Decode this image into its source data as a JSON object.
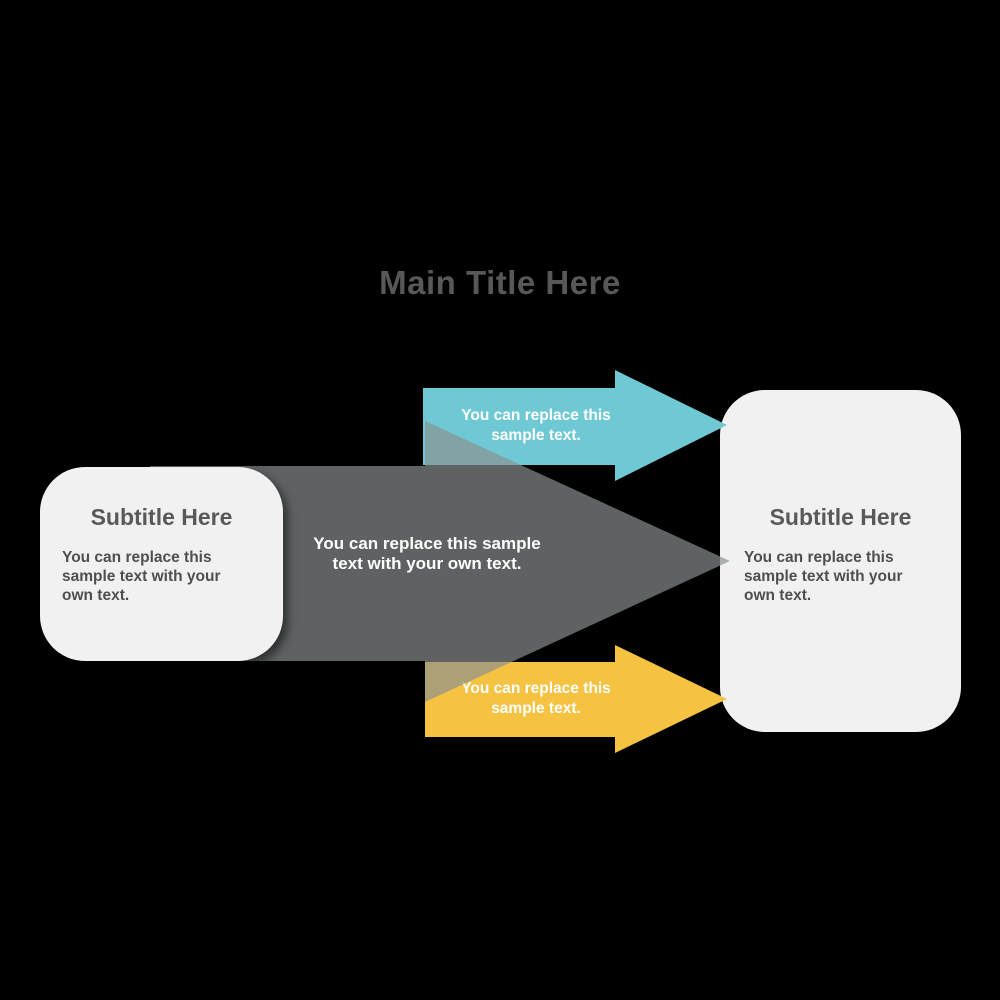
{
  "title": "Main Title Here",
  "colors": {
    "background": "#000000",
    "teal": "#6FC9D4",
    "yellow": "#F5C242",
    "gray": "#8A9090",
    "card_fill": "#F1F1F1",
    "subtitle_text": "#595959",
    "card_body_text": "#4F4F4F",
    "title_text": "#585858",
    "arrow_label_text": "#FFFFFF"
  },
  "left_card": {
    "subtitle": "Subtitle Here",
    "body_lines": [
      "You can replace this",
      "sample text with your",
      "own text."
    ]
  },
  "right_card": {
    "subtitle": "Subtitle Here",
    "body_lines": [
      "You can replace this",
      "sample text with your",
      "own text."
    ]
  },
  "arrows": {
    "top": {
      "color_name": "teal",
      "lines": [
        "You can replace this",
        "sample text."
      ]
    },
    "middle": {
      "color_name": "gray",
      "lines": [
        "You can replace this sample",
        "text with your own text."
      ]
    },
    "bottom": {
      "color_name": "yellow",
      "lines": [
        "You can replace this",
        "sample text."
      ]
    }
  }
}
